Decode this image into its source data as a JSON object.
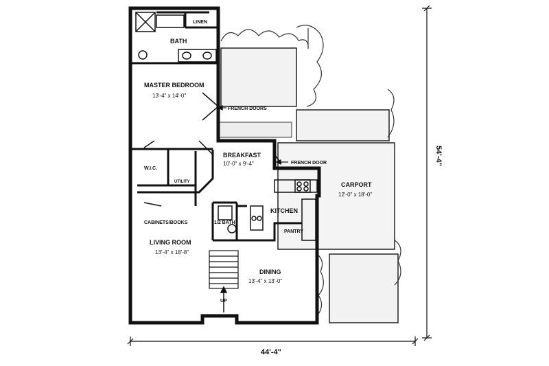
{
  "plan": {
    "rooms": {
      "bath": {
        "name": "BATH"
      },
      "linen": {
        "name": "LINEN"
      },
      "master_bedroom": {
        "name": "MASTER BEDROOM",
        "size": "13'-4\" x 14'-0\""
      },
      "french_doors": {
        "name": "FRENCH DOORS"
      },
      "breakfast": {
        "name": "BREAKFAST",
        "size": "10'-0\" x 9'-4\""
      },
      "french_door": {
        "name": "FRENCH DOOR"
      },
      "wic": {
        "name": "W.I.C."
      },
      "utility": {
        "name": "UTILITY"
      },
      "carport": {
        "name": "CARPORT",
        "size": "12'-0\" x 18'-0\""
      },
      "kitchen": {
        "name": "KITCHEN"
      },
      "cabinets_books": {
        "name": "CABINETS/BOOKS"
      },
      "half_bath": {
        "name": "1/2 BATH"
      },
      "pantry": {
        "name": "PANTRY"
      },
      "living_room": {
        "name": "LIVING ROOM",
        "size": "13'-4\" x 18'-8\""
      },
      "dining": {
        "name": "DINING",
        "size": "13'-4\" x 13'-0\""
      },
      "stair_up": {
        "name": "UP"
      }
    },
    "dimensions": {
      "width": "44'-4\"",
      "depth": "54'-4\""
    }
  }
}
